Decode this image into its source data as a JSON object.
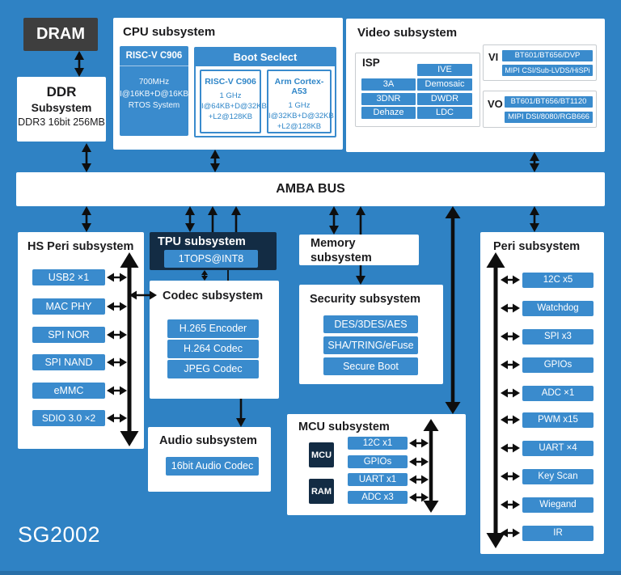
{
  "chip_label": "SG2002",
  "colors": {
    "background": "#2F82C4",
    "item_blue": "#3A8BCD",
    "dark_navy": "#132C44",
    "dram_gray": "#3E3E3E",
    "panel": "#FFFFFF",
    "arrow": "#0E0E0E"
  },
  "dram": {
    "title": "DRAM"
  },
  "ddr": {
    "line1": "DDR",
    "line2": "Subsystem",
    "line3": "DDR3 16bit 256MB"
  },
  "cpu": {
    "title": "CPU subsystem",
    "riscv": {
      "title": "RISC-V C906",
      "lines": [
        "700MHz",
        "I@16KB+D@16KB",
        "RTOS System"
      ]
    },
    "boot": {
      "title": "Boot Seclect",
      "cores": [
        {
          "title": "RISC-V C906",
          "lines": [
            "1 GHz",
            "I@64KB+D@32KB",
            "+L2@128KB"
          ]
        },
        {
          "title": "Arm Cortex-A53",
          "lines": [
            "1 GHz",
            "I@32KB+D@32KB",
            "+L2@128KB"
          ]
        }
      ]
    }
  },
  "video": {
    "title": "Video subsystem",
    "isp": {
      "label": "ISP",
      "left": [
        "3A",
        "3DNR",
        "Dehaze"
      ],
      "right": [
        "IVE",
        "Demosaic",
        "DWDR",
        "LDC"
      ]
    },
    "vi": {
      "label": "VI",
      "items": [
        "BT601/BT656/DVP",
        "MIPI CSI/Sub-LVDS/HiSPi"
      ]
    },
    "vo": {
      "label": "VO",
      "items": [
        "BT601/BT656/BT1120",
        "MIPI DSI/8080/RGB666"
      ]
    }
  },
  "bus": {
    "label": "AMBA BUS"
  },
  "hs_peri": {
    "title": "HS Peri subsystem",
    "items": [
      "USB2 ×1",
      "MAC PHY",
      "SPI NOR",
      "SPI NAND",
      "eMMC",
      "SDIO 3.0 ×2"
    ]
  },
  "tpu": {
    "title": "TPU subsystem",
    "item": "1TOPS@INT8"
  },
  "codec": {
    "title": "Codec subsystem",
    "items": [
      "H.265 Encoder",
      "H.264 Codec",
      "JPEG Codec"
    ]
  },
  "memory": {
    "title": "Memory subsystem"
  },
  "security": {
    "title": "Security subsystem",
    "items": [
      "DES/3DES/AES",
      "SHA/TRING/eFuse",
      "Secure Boot"
    ]
  },
  "audio": {
    "title": "Audio subsystem",
    "item": "16bit Audio Codec"
  },
  "mcu": {
    "title": "MCU subsystem",
    "blocks": [
      "MCU",
      "RAM"
    ],
    "items": [
      "12C x1",
      "GPIOs",
      "UART x1",
      "ADC x3"
    ]
  },
  "peri": {
    "title": "Peri subsystem",
    "items": [
      "12C x5",
      "Watchdog",
      "SPI x3",
      "GPIOs",
      "ADC ×1",
      "PWM x15",
      "UART ×4",
      "Key Scan",
      "Wiegand",
      "IR"
    ]
  }
}
